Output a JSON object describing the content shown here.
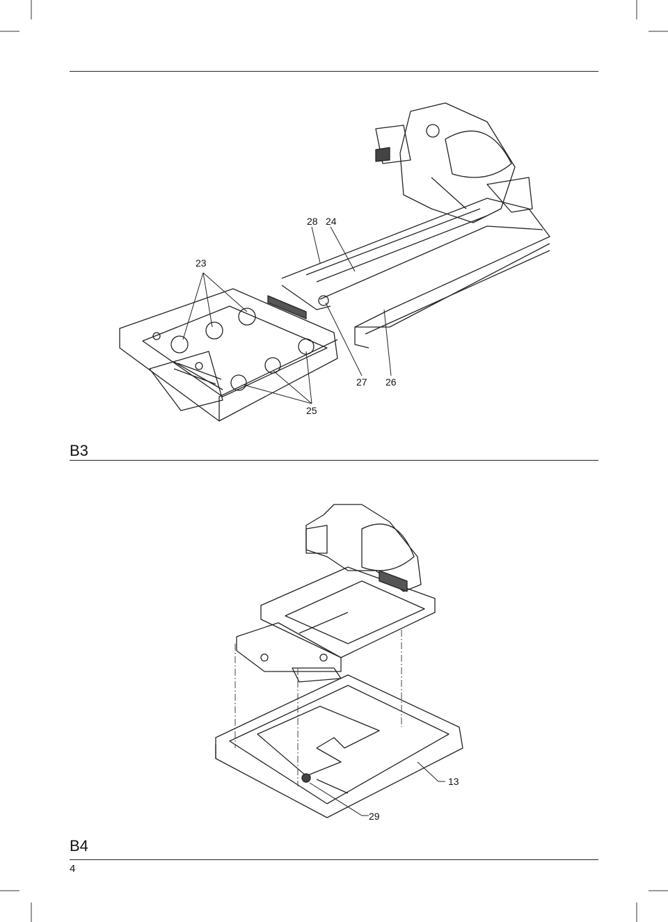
{
  "page": {
    "number": "4"
  },
  "figures": [
    {
      "id": "B3",
      "label": "B3",
      "callouts": {
        "c23": "23",
        "c28": "28",
        "c24": "24",
        "c27": "27",
        "c26": "26",
        "c25": "25"
      }
    },
    {
      "id": "B4",
      "label": "B4",
      "callouts": {
        "c13": "13",
        "c29": "29"
      }
    }
  ]
}
